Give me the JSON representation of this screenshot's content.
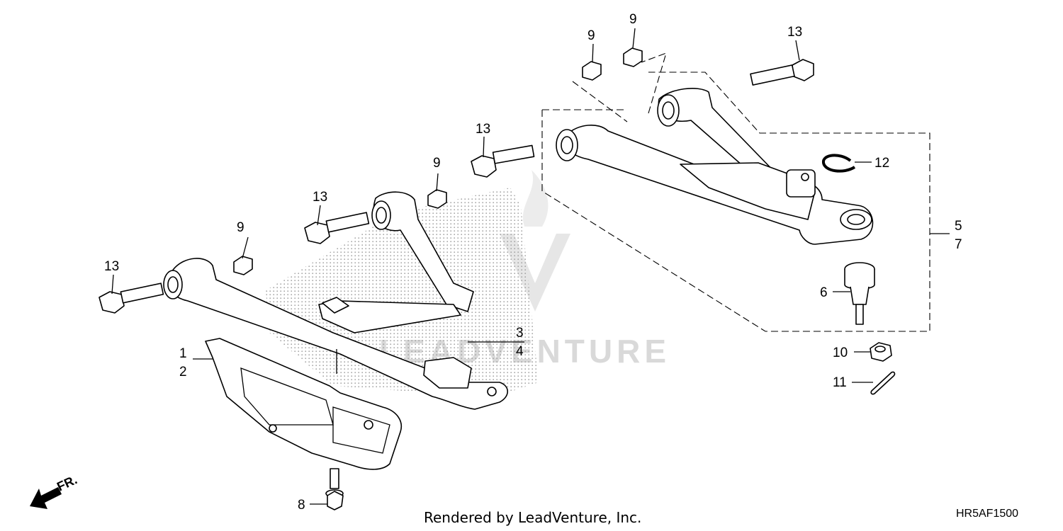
{
  "watermark": {
    "text": "LEADVENTURE"
  },
  "footer": {
    "rendered_by": "Rendered by LeadVenture, Inc.",
    "diagram_code": "HR5AF1500"
  },
  "direction": {
    "label": "FR."
  },
  "callouts": {
    "c1": "1",
    "c2": "2",
    "c3": "3",
    "c4": "4",
    "c5": "5",
    "c6": "6",
    "c7": "7",
    "c8": "8",
    "c9a": "9",
    "c9b": "9",
    "c9c": "9",
    "c9d": "9",
    "c10": "10",
    "c11": "11",
    "c12": "12",
    "c13a": "13",
    "c13b": "13",
    "c13c": "13",
    "c13d": "13"
  }
}
